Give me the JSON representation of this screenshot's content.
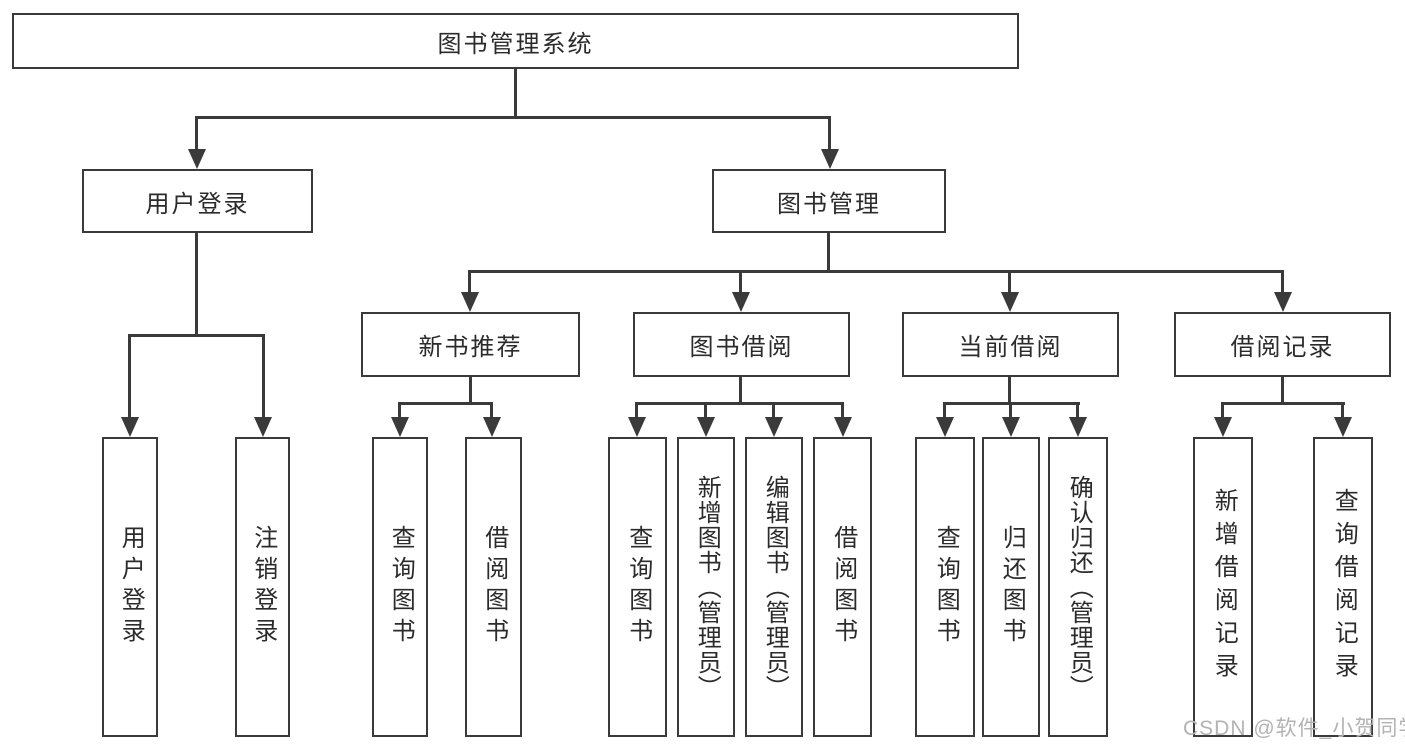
{
  "colors": {
    "line": "#3a3a3a",
    "box_border": "#3a3a3a",
    "box_fill": "#ffffff",
    "text": "#2b2b2b",
    "watermark": "#b3b3b3",
    "background": "#ffffff"
  },
  "nodes": {
    "root": "图书管理系统",
    "level2": [
      "用户登录",
      "图书管理"
    ],
    "level3": [
      "新书推荐",
      "图书借阅",
      "当前借阅",
      "借阅记录"
    ],
    "level4": [
      "用户登录",
      "注销登录",
      "查询图书",
      "借阅图书",
      "查询图书",
      "新增图书（管理员）",
      "编辑图书（管理员）",
      "借阅图书",
      "查询图书",
      "归还图书",
      "确认归还（管理员）",
      "新增借阅记录",
      "查询借阅记录"
    ]
  },
  "watermark": "CSDN @软件_小贺同学"
}
